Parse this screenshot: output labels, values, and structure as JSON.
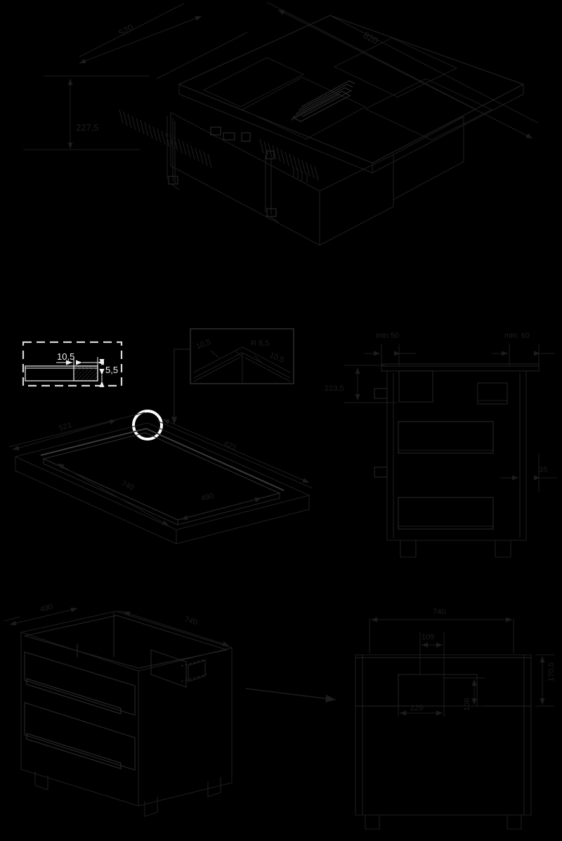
{
  "document": {
    "type": "technical-installation-drawing",
    "subject": "induction-hob-with-downdraft-extractor",
    "units": "mm",
    "background_color": "#000000",
    "line_color": "#1d1d1d",
    "highlight_color": "#ffffff"
  },
  "views": {
    "iso_hob": {
      "name": "isometric-hob-view",
      "dimensions": {
        "depth": "520",
        "width": "820",
        "height": "227,5"
      }
    },
    "detail_section": {
      "name": "edge-section-detail",
      "dimensions": {
        "flange_width": "10,5",
        "flange_thickness": "5,5"
      }
    },
    "detail_corner": {
      "name": "corner-radius-detail",
      "dimensions": {
        "left": "10,5",
        "radius": "R 8,5",
        "right": "10,5"
      }
    },
    "iso_cutout": {
      "name": "isometric-worktop-cutout-view",
      "dimensions": {
        "outer_depth": "521",
        "outer_width": "821",
        "cutout_width": "740",
        "cutout_depth": "490"
      }
    },
    "cabinet_section": {
      "name": "cabinet-section-view",
      "dimensions": {
        "clearance_left": "min.50",
        "clearance_right": "min. 60",
        "cabinet_height": "223,5",
        "rear_gap": "35"
      }
    },
    "iso_cabinet": {
      "name": "isometric-cabinet-view",
      "dimensions": {
        "cabinet_depth": "490",
        "cabinet_width": "740"
      }
    },
    "rear_panel": {
      "name": "rear-panel-cutout-view",
      "dimensions": {
        "panel_width": "740",
        "cutout_offset": "109",
        "cutout_side": "229",
        "panel_height": "170,5",
        "cutout_height": "108"
      }
    }
  }
}
